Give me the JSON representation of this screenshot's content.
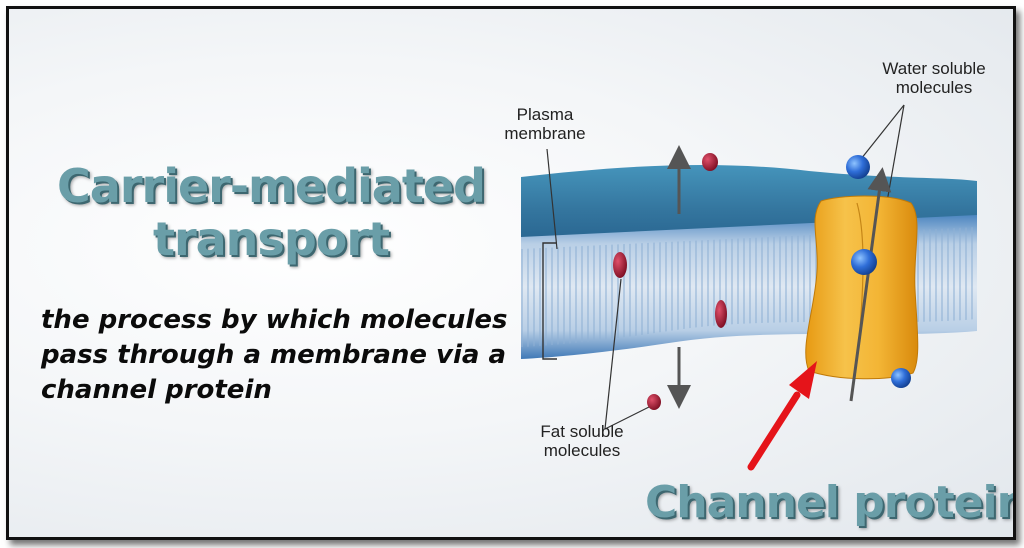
{
  "title": {
    "line1": "Carrier-mediated",
    "line2": "transport"
  },
  "description": {
    "line1": "the process by which molecules",
    "line2": "pass through a membrane via a",
    "line3": "channel protein"
  },
  "labels": {
    "plasma_membrane_line1": "Plasma",
    "plasma_membrane_line2": "membrane",
    "water_soluble_line1": "Water soluble",
    "water_soluble_line2": "molecules",
    "fat_soluble_line1": "Fat soluble",
    "fat_soluble_line2": "molecules"
  },
  "channel_protein_label": "Channel protein",
  "colors": {
    "heading": "#6a9ea8",
    "membrane_top": "#2f7fa8",
    "lipid_tails": "#c9dbe9",
    "channel_protein": "#f1b12b",
    "fat_molecule": "#a3172d",
    "water_molecule": "#2f6ed8",
    "pointer_arrow": "#e5141a"
  }
}
